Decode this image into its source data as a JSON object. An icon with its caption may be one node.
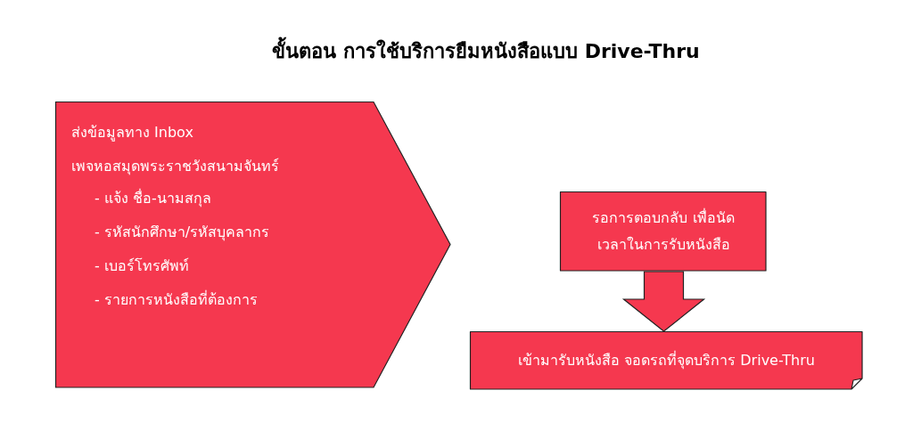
{
  "diagram": {
    "title": "ขั้นตอน การใช้บริการยืมหนังสือแบบ Drive-Thru",
    "nodes": [
      {
        "text": [
          "ส่งข้อมูลทาง Inbox",
          "เพจหอสมุดพระราชวังสนามจันทร์",
          "- แจ้ง ชื่อ-นามสกุล",
          "- รหัสนักศึกษา/รหัสบุคลากร",
          "- เบอร์โทรศัพท์",
          "- รายการหนังสือที่ต้องการ"
        ]
      },
      {
        "text": [
          "รอการตอบกลับ เพื่อนัดเวลาในการรับหนังสือ"
        ]
      },
      {
        "text": [
          "เข้ามารับหนังสือ จอดรถที่จุดบริการ Drive-Thru"
        ]
      }
    ],
    "edges": [
      {
        "from": 1,
        "to": 2,
        "arrow": "to"
      }
    ]
  }
}
